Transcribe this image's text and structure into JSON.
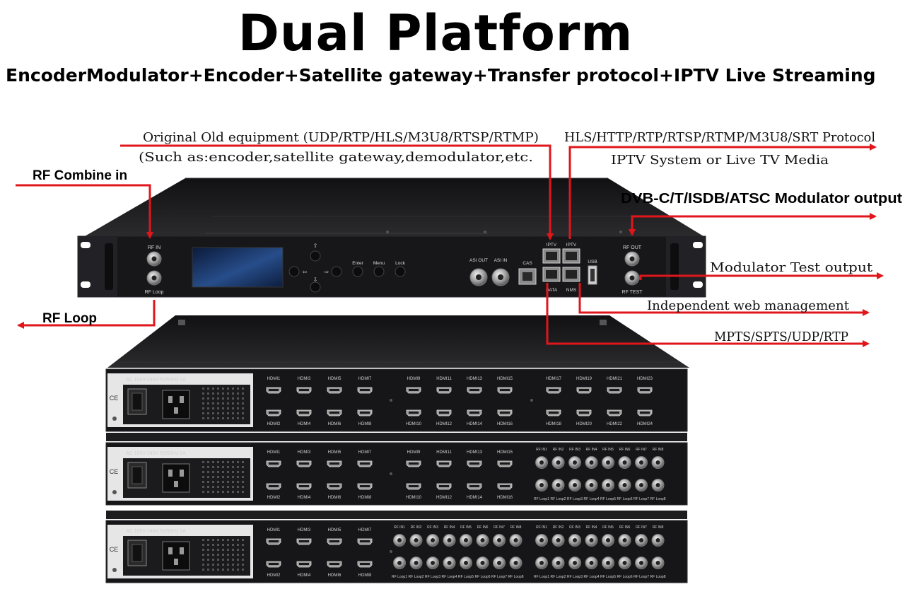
{
  "title": "Dual Platform",
  "subtitle": "EncoderModulator+Encoder+Satellite gateway+Transfer protocol+IPTV Live Streaming",
  "annotations": {
    "old_equipment": "Original Old equipment (UDP/RTP/HLS/M3U8/RTSP/RTMP)",
    "old_equipment_examples": "(Such as:encoder,satellite gateway,demodulator,etc.",
    "protocols": "HLS/HTTP/RTP/RTSP/RTMP/M3U8/SRT Protocol",
    "iptv_system": "IPTV System or Live TV Media",
    "rf_combine_in": "RF Combine in",
    "modulator_output": "DVB-C/T/ISDB/ATSC Modulator output",
    "modulator_test_output": "Modulator Test output",
    "rf_loop": "RF Loop",
    "web_management": "Independent web management",
    "mpts": "MPTS/SPTS/UDP/RTP"
  },
  "front_panel": {
    "rf_in": "RF IN",
    "rf_loop": "RF Loop",
    "enter": "Enter",
    "menu": "Menu",
    "lock": "Lock",
    "asi_out": "ASI OUT",
    "asi_in": "ASI IN",
    "cas": "CAS",
    "iptv": "IPTV",
    "data": "DATA",
    "nms": "NMS",
    "usb": "USB",
    "rf_out": "RF OUT",
    "rf_test": "RF TEST"
  },
  "rear_panels": {
    "power_label": "AC 100V-240V 50/60Hz 2A",
    "ce": "CE",
    "panel1_hdmi_top": [
      "HDMI1",
      "HDMI3",
      "HDMI5",
      "HDMI7",
      "HDMI9",
      "HDMI11",
      "HDMI13",
      "HDMI15",
      "HDMI17",
      "HDMI19",
      "HDMI21",
      "HDMI23"
    ],
    "panel1_hdmi_bottom": [
      "HDMI2",
      "HDMI4",
      "HDMI6",
      "HDMI8",
      "HDMI10",
      "HDMI12",
      "HDMI14",
      "HDMI16",
      "HDMI18",
      "HDMI20",
      "HDMI22",
      "HDMI24"
    ],
    "panel2_hdmi_top": [
      "HDMI1",
      "HDMI3",
      "HDMI5",
      "HDMI7",
      "HDMI9",
      "HDMI11",
      "HDMI13",
      "HDMI15"
    ],
    "panel2_hdmi_bottom": [
      "HDMI2",
      "HDMI4",
      "HDMI6",
      "HDMI8",
      "HDMI10",
      "HDMI12",
      "HDMI14",
      "HDMI16"
    ],
    "panel3_hdmi_top": [
      "HDMI1",
      "HDMI3",
      "HDMI5",
      "HDMI7"
    ],
    "panel3_hdmi_bottom": [
      "HDMI2",
      "HDMI4",
      "HDMI6",
      "HDMI8"
    ],
    "rf_in_labels": [
      "RF IN1",
      "RF IN2",
      "RF IN3",
      "RF IN4",
      "RF IN5",
      "RF IN6",
      "RF IN7",
      "RF IN8"
    ],
    "rf_loop_labels": [
      "RF Loop1",
      "RF Loop2",
      "RF Loop3",
      "RF Loop4",
      "RF Loop5",
      "RF Loop6",
      "RF Loop7",
      "RF Loop8"
    ]
  },
  "colors": {
    "arrow": "#e0161b",
    "chassis": "#1c1c1e",
    "panel": "#141416",
    "label": "#d8d8d8"
  }
}
